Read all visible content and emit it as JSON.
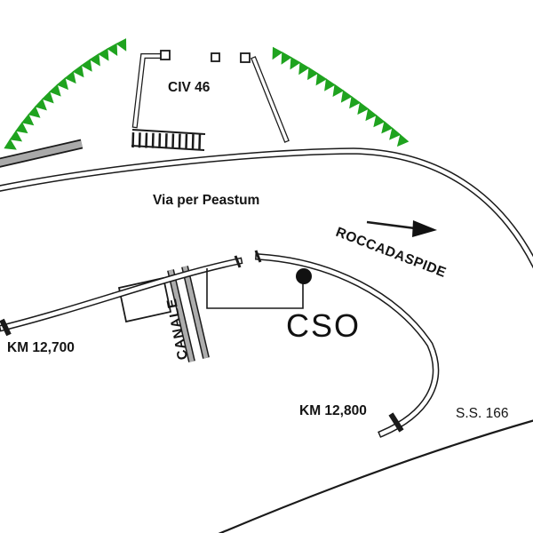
{
  "map": {
    "title": "road sketch map",
    "labels": {
      "civ46": "CIV 46",
      "via_per_peastum": "Via per Peastum",
      "roccadaspide": "ROCCADASPIDE",
      "cso": "CSO",
      "canale": "CANALE",
      "km_12700": "KM 12,700",
      "km_12800": "KM 12,800",
      "ss_166": "S.S. 166"
    },
    "icons": {
      "vegetation_row": "▲▲▲▲▲▲▲▲▲▲▲▲▲▲▲▲",
      "direction_arrow": "solid right-pointing arrow",
      "location_dot": "filled black circle",
      "km_tick": "short thick black bar"
    },
    "colors": {
      "vegetation_green": "#1fa31f",
      "road_fill_gray": "#adadad",
      "line_black": "#1a1a1a",
      "background": "#ffffff"
    }
  }
}
